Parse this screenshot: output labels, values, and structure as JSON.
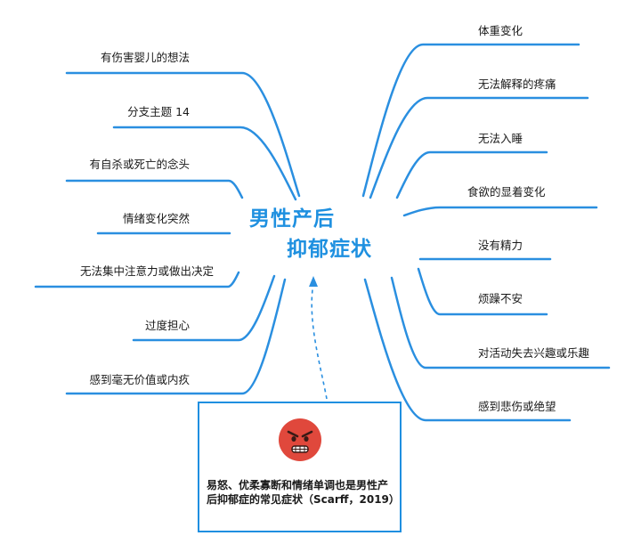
{
  "title": {
    "line1": "男性产后",
    "line2": "抑郁症状"
  },
  "left_branches": [
    "有伤害婴儿的想法",
    "分支主题 14",
    "有自杀或死亡的念头",
    "情绪变化突然",
    "无法集中注意力或做出决定",
    "过度担心",
    "感到毫无价值或内疚"
  ],
  "right_branches": [
    "体重变化",
    "无法解释的疼痛",
    "无法入睡",
    "食欲的显着变化",
    "没有精力",
    "烦躁不安",
    "对活动失去兴趣或乐趣",
    "感到悲伤或绝望"
  ],
  "note": {
    "text": "易怒、优柔寡断和情绪单调也是男性产后抑郁症的常见症状（Scarff，2019）",
    "icon": "angry-face-icon"
  },
  "colors": {
    "line": "#2a8fe0",
    "title": "#1e90e0",
    "face": "#e0483c"
  }
}
